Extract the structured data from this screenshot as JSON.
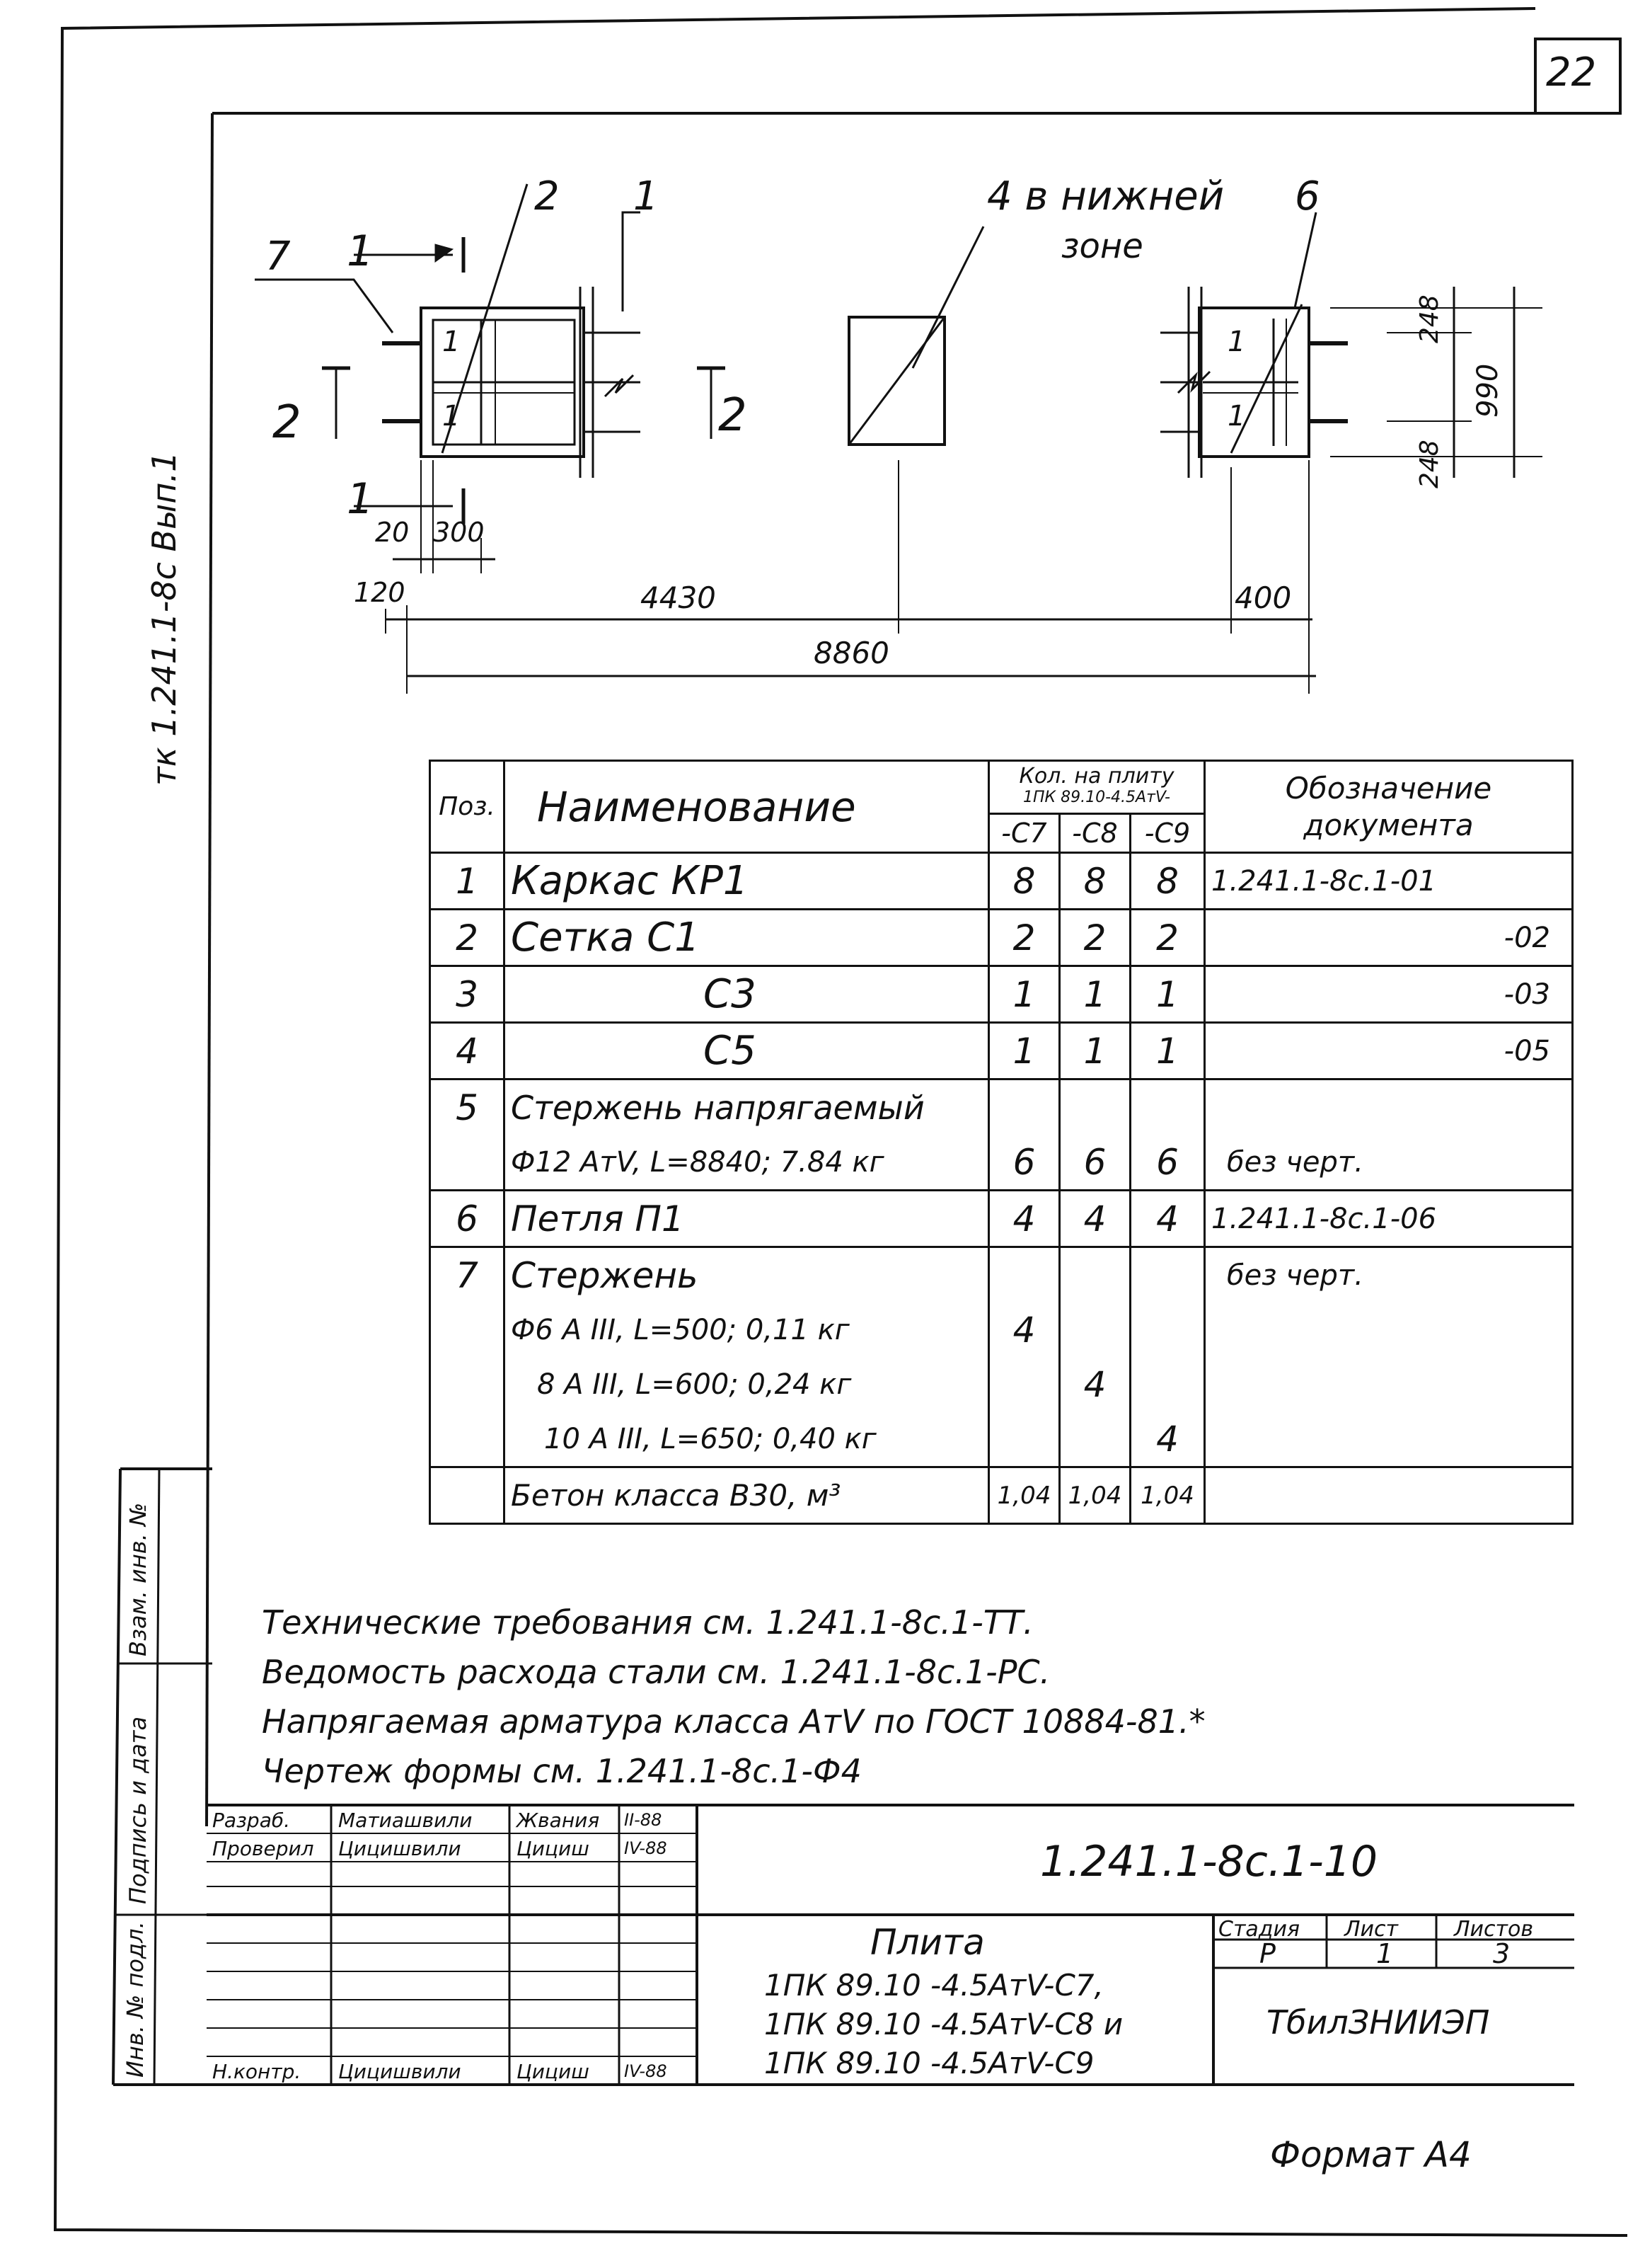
{
  "sheet": {
    "sheet_number": "22",
    "side_code": "тк 1.241.1-8с  Вып.1",
    "format_label": "Формат А4"
  },
  "plan": {
    "leaders": {
      "pos2": "2",
      "pos1": "1",
      "pos4_line1": "4 в нижней",
      "pos4_line2": "зоне",
      "pos6": "6",
      "pos7": "7"
    },
    "section_marks": {
      "sec1_top": "1",
      "sec1_bottom": "1",
      "sec2_left": "2",
      "sec2_right": "2"
    },
    "dimensions": {
      "d20": "20",
      "d300": "300",
      "d120": "120",
      "d4430": "4430",
      "d8860": "8860",
      "d400": "400",
      "d248_top": "248",
      "d990": "990",
      "d248_bottom": "248"
    },
    "frame_marks": {
      "left_upper": "1",
      "left_lower": "1",
      "right_upper": "1",
      "right_lower": "1"
    }
  },
  "table": {
    "headers": {
      "pos": "Поз.",
      "name": "Наименование",
      "qty_group_line1": "Кол. на плиту",
      "qty_group_line2": "1ПК 89.10-4.5АтV-",
      "c7": "-С7",
      "c8": "-С8",
      "c9": "-С9",
      "doc_line1": "Обозначение",
      "doc_line2": "документа"
    },
    "rows": [
      {
        "pos": "1",
        "name": "Каркас  КР1",
        "c7": "8",
        "c8": "8",
        "c9": "8",
        "doc": "1.241.1-8с.1-01"
      },
      {
        "pos": "2",
        "name": "Сетка  С1",
        "c7": "2",
        "c8": "2",
        "c9": "2",
        "doc": "-02"
      },
      {
        "pos": "3",
        "name": "С3",
        "c7": "1",
        "c8": "1",
        "c9": "1",
        "doc": "-03"
      },
      {
        "pos": "4",
        "name": "С5",
        "c7": "1",
        "c8": "1",
        "c9": "1",
        "doc": "-05"
      },
      {
        "pos": "5",
        "name": "Стержень  напрягаемый",
        "c7": "",
        "c8": "",
        "c9": "",
        "doc": ""
      },
      {
        "pos": "",
        "name": "Ф12 АтV, L=8840;  7.84 кг",
        "c7": "6",
        "c8": "6",
        "c9": "6",
        "doc": "без  черт."
      },
      {
        "pos": "6",
        "name": "Петля  П1",
        "c7": "4",
        "c8": "4",
        "c9": "4",
        "doc": "1.241.1-8с.1-06"
      },
      {
        "pos": "7",
        "name": "Стержень",
        "c7": "",
        "c8": "",
        "c9": "",
        "doc": "без  черт."
      },
      {
        "pos": "",
        "name": "Ф6 А III,  L=500;  0,11 кг",
        "c7": "4",
        "c8": "",
        "c9": "",
        "doc": ""
      },
      {
        "pos": "",
        "name": "8 А III,  L=600;  0,24 кг",
        "c7": "",
        "c8": "4",
        "c9": "",
        "doc": ""
      },
      {
        "pos": "",
        "name": "10 А III,  L=650;  0,40 кг",
        "c7": "",
        "c8": "",
        "c9": "4",
        "doc": ""
      },
      {
        "pos": "",
        "name": "Бетон  класса  В30, м³",
        "c7": "1,04",
        "c8": "1,04",
        "c9": "1,04",
        "doc": ""
      }
    ]
  },
  "notes": [
    "Технические  требования  см. 1.241.1-8с.1-ТТ.",
    "Ведомость  расхода  стали  см. 1.241.1-8с.1-РС.",
    "Напрягаемая  арматура  класса  АтV  по  ГОСТ  10884-81.*",
    "Чертеж  формы  см.  1.241.1-8с.1-Ф4"
  ],
  "title_block": {
    "side_stamps": [
      "Взам. инв. №",
      "Подпись и дата",
      "Инв. № подл."
    ],
    "roles": [
      {
        "role": "Разраб.",
        "name": "Матиашвили",
        "sign": "Жвания",
        "date": "II-88"
      },
      {
        "role": "Проверил",
        "name": "Цицишвили",
        "sign": "Цициш",
        "date": "IV-88"
      },
      {
        "role": "Н.контр.",
        "name": "Цицишвили",
        "sign": "Цициш",
        "date": "IV-88"
      }
    ],
    "document_code": "1.241.1-8с.1-10",
    "product_title": "Плита",
    "product_lines": [
      "1ПК 89.10 -4.5АтV-С7,",
      "1ПК 89.10 -4.5АтV-С8 и",
      "1ПК 89.10 -4.5АтV-С9"
    ],
    "stage_label": "Стадия",
    "sheet_label": "Лист",
    "sheets_label": "Листов",
    "stage_value": "Р",
    "sheet_value": "1",
    "sheets_value": "3",
    "organization": "ТбилЗНИИЭП"
  }
}
